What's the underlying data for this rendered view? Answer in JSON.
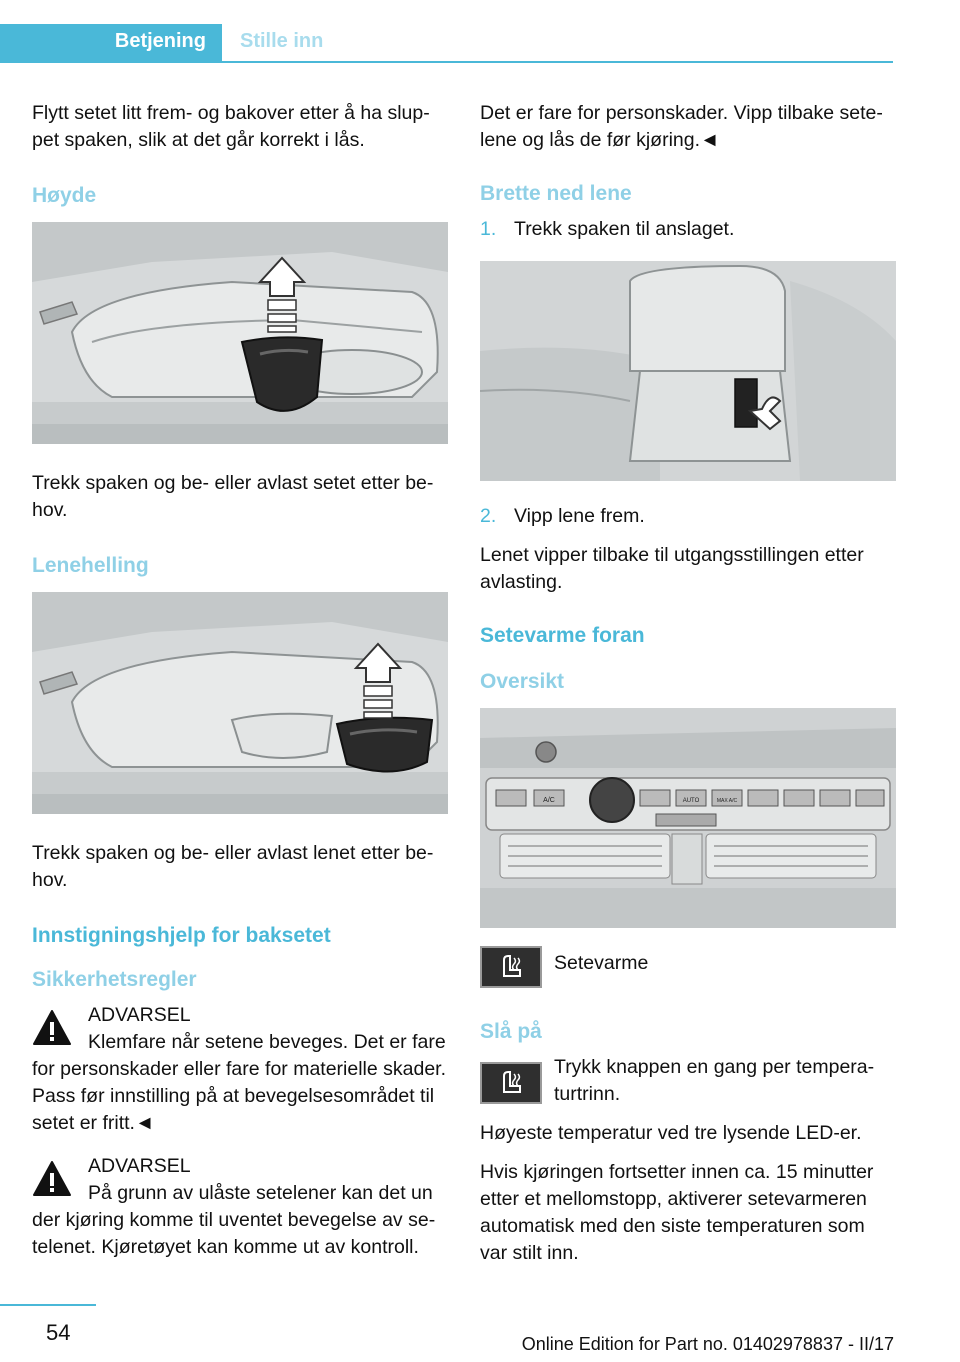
{
  "header": {
    "section": "Betjening",
    "subsection": "Stille inn",
    "accent_color": "#4ab8d8"
  },
  "left": {
    "intro": "Flytt setet litt frem- og bakover etter å ha slup­pet spaken, slik at det går korrekt i lås.",
    "h_hoyde": "Høyde",
    "hoyde_text": "Trekk spaken og be- eller avlast setet etter be­hov.",
    "h_lenehelling": "Lenehelling",
    "lenehelling_text": "Trekk spaken og be- eller avlast lenet etter be­hov.",
    "h_innstigning": "Innstigningshjelp for baksetet",
    "h_sikkerhet": "Sikkerhetsregler",
    "warn1_title": "ADVARSEL",
    "warn1_first": "Klemfare når setene beveges. Det er fare",
    "warn1_rest": "for personskader eller fare for materielle ska­der. Pass før innstilling på at bevegelsesområ­det til setet er fritt.◄",
    "warn2_title": "ADVARSEL",
    "warn2_first": "På grunn av ulåste setelener kan det un­",
    "warn2_rest": "der kjøring komme til uventet bevegelse av se­telenet. Kjøretøyet kan komme ut av kontroll."
  },
  "right": {
    "intro": "Det er fare for personskader. Vipp tilbake sete­lene og lås de før kjøring.◄",
    "h_brette": "Brette ned lene",
    "step1_num": "1.",
    "step1": "Trekk spaken til anslaget.",
    "step2_num": "2.",
    "step2": "Vipp lene frem.",
    "lenet_text": "Lenet vipper tilbake til utgangsstillingen etter avlasting.",
    "h_setevarme": "Setevarme foran",
    "h_oversikt": "Oversikt",
    "setevarme_label": "Setevarme",
    "h_sla_pa": "Slå på",
    "trykk_text": "Trykk knappen en gang per tempera­turtrinn.",
    "hoyeste_text": "Høyeste temperatur ved tre lysende LED-er.",
    "hvis_text": "Hvis kjøringen fortsetter innen ca. 15 minutter etter et mellomstopp, aktiverer setevarmeren automatisk med den siste temperaturen som var stilt inn."
  },
  "console": {
    "btn_ac": "A/C",
    "btn_auto": "AUTO",
    "btn_max_ac": "MAX A/C"
  },
  "footer": {
    "page_number": "54",
    "edition": "Online Edition for Part no. 01402978837 - II/17"
  }
}
